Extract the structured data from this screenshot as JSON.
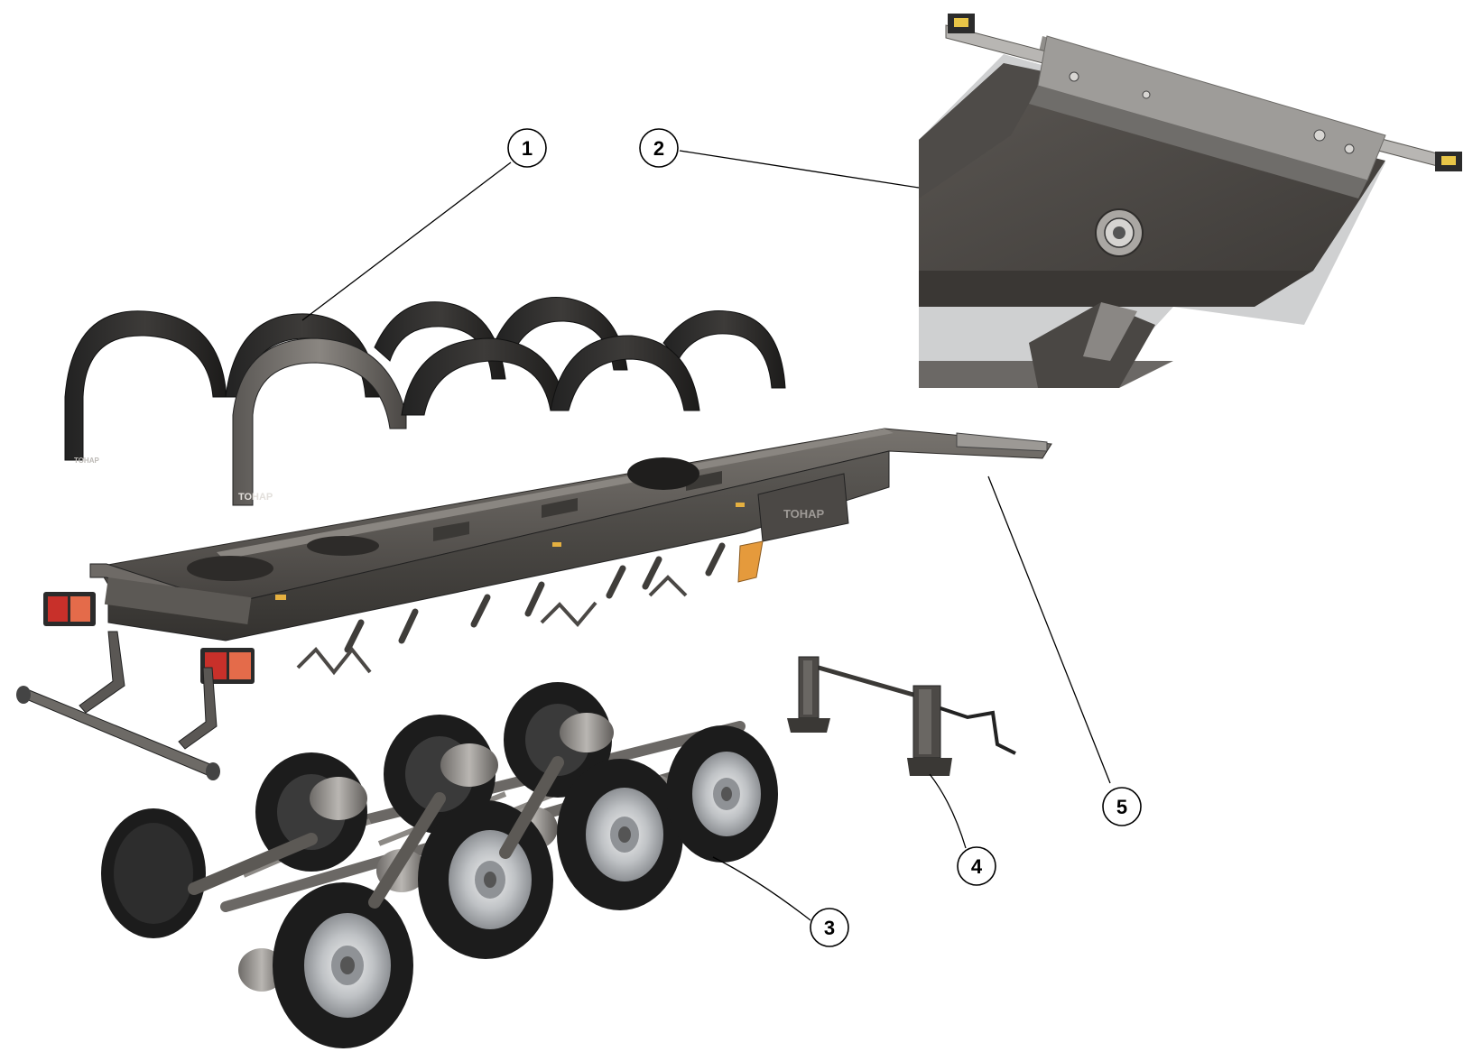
{
  "callouts": [
    {
      "id": "1",
      "label": "1",
      "target": "mudguards"
    },
    {
      "id": "2",
      "label": "2",
      "target": "kingpin-plate"
    },
    {
      "id": "3",
      "label": "3",
      "target": "axle-suspension-assembly"
    },
    {
      "id": "4",
      "label": "4",
      "target": "landing-gear"
    },
    {
      "id": "5",
      "label": "5",
      "target": "chassis-frame"
    }
  ],
  "branding": {
    "mudguard_logo": "ТОНАР",
    "frame_logo": "ТОНАР"
  },
  "colors": {
    "frame": "#5a5652",
    "frame_dark": "#3c3936",
    "frame_light": "#7b7772",
    "mudguard": "#2b2a29",
    "tire": "#1c1c1c",
    "rim": "#c9cbcd",
    "airbag": "#9a9794",
    "light_red": "#c8302a",
    "light_amber": "#e59a3c",
    "line": "#000000"
  }
}
